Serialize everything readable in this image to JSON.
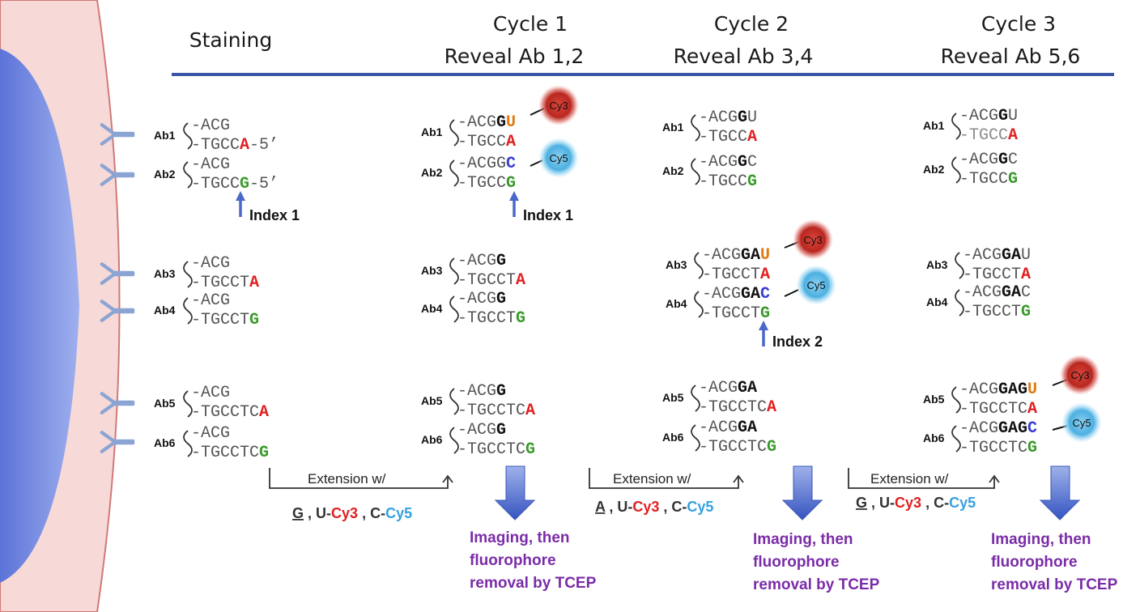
{
  "headers": {
    "staining": "Staining",
    "cycle1": [
      "Cycle 1",
      "Reveal Ab 1,2"
    ],
    "cycle2": [
      "Cycle 2",
      "Reveal Ab 3,4"
    ],
    "cycle3": [
      "Cycle 3",
      "Reveal Ab 5,6"
    ]
  },
  "ab_labels": [
    "Ab1",
    "Ab2",
    "Ab3",
    "Ab4",
    "Ab5",
    "Ab6"
  ],
  "index_labels": [
    "Index 1",
    "Index 1",
    "Index 2"
  ],
  "fluorophores": {
    "cy3": "Cy3",
    "cy5": "Cy5"
  },
  "extension": {
    "label": "Extension w/",
    "cycle_bases": [
      "G",
      "A",
      "G"
    ],
    "u_prefix": "U-",
    "c_prefix": "C-",
    "cy3": "Cy3",
    "cy5": "Cy5"
  },
  "imaging_text": [
    "Imaging, then",
    "fluorophore",
    "removal by TCEP"
  ],
  "colors": {
    "cell_membrane": "#f7d9d7",
    "cell_nucleus": "#7f95e8",
    "header_rule": "#3a55a8",
    "antibody": "#8aa4d4",
    "red_base": "#e02020",
    "green_base": "#3a9a2a",
    "u_base": "#e07a10",
    "c_base": "#3b3bd6",
    "cy3_ball": "#c0302a",
    "cy5_ball": "#52b4e4",
    "imaging_text": "#7a2ca8",
    "arrow": "#4a68c8"
  }
}
